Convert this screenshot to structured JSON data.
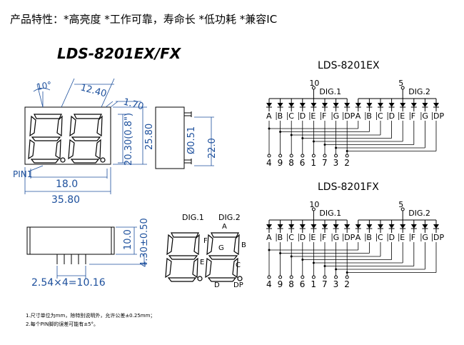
{
  "header": "产品特性：*高亮度 *工作可靠，寿命长 *低功耗 *兼容IC",
  "model_title": "LDS-8201EX/FX",
  "front_view": {
    "dims": {
      "angle": "10°",
      "digit_pitch": "12.40",
      "seg_w": "1.70",
      "digit_h": "20.30(0.8\")",
      "height": "25.80",
      "digit_w": "18.0",
      "width": "35.80"
    },
    "pin1_label": "PIN1"
  },
  "side_view": {
    "dims": {
      "pin_d": "Ø0.51",
      "depth": "22.0"
    }
  },
  "bottom_view": {
    "dims": {
      "body_h": "10.0",
      "pin_len": "4.30±0.50",
      "pin_span": "2.54×4=10.16"
    }
  },
  "segment_view": {
    "dig1": "DIG.1",
    "dig2": "DIG.2",
    "labels": [
      "A",
      "B",
      "C",
      "D",
      "E",
      "F",
      "G",
      "DP"
    ]
  },
  "circuits": [
    {
      "title": "LDS-8201EX",
      "dig1_pin": "10",
      "dig1": "DIG.1",
      "dig2_pin": "5",
      "dig2": "DIG.2",
      "segments": [
        "A",
        "B",
        "C",
        "D",
        "E",
        "F",
        "G",
        "DP"
      ],
      "pins": [
        "4",
        "9",
        "8",
        "6",
        "1",
        "7",
        "3",
        "2"
      ]
    },
    {
      "title": "LDS-8201FX",
      "dig1_pin": "10",
      "dig1": "DIG.1",
      "dig2_pin": "5",
      "dig2": "DIG.2",
      "segments": [
        "A",
        "B",
        "C",
        "D",
        "E",
        "F",
        "G",
        "DP"
      ],
      "pins": [
        "4",
        "9",
        "8",
        "6",
        "1",
        "7",
        "3",
        "2"
      ]
    }
  ],
  "notes": [
    "1.尺寸单位为mm，除特别说明外，允许公差±0.25mm；",
    "2.每个PIN脚的误差可能有±5°。"
  ],
  "colors": {
    "dimension": "#1c4f9c",
    "line": "#000000"
  }
}
